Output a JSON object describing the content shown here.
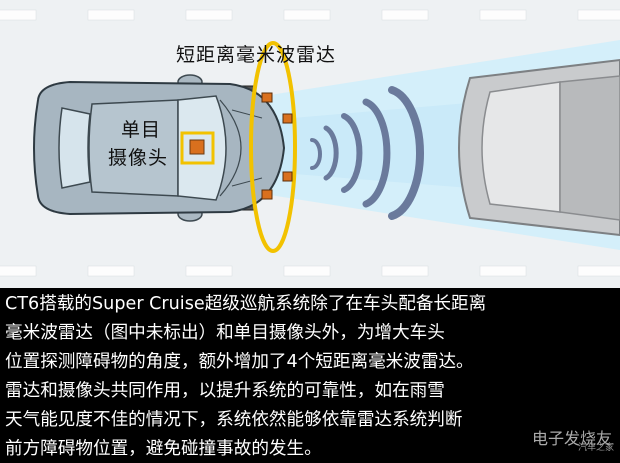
{
  "labels": {
    "short_range_radar": "短距离毫米波雷达",
    "mono_camera_line1": "单目",
    "mono_camera_line2": "摄像头"
  },
  "caption": {
    "lines": [
      "CT6搭载的Super Cruise超级巡航系统除了在车头配备长距离",
      "毫米波雷达（图中未标出）和单目摄像头外，为增大车头",
      "位置探测障碍物的角度，额外增加了4个短距离毫米波雷达。",
      "雷达和摄像头共同作用，以提升系统的可靠性，如在雨雪",
      "天气能见度不佳的情况下，系统依然能够依靠雷达系统判断",
      "前方障碍物位置，避免碰撞事故的发生。"
    ]
  },
  "watermark": "电子发烧友",
  "watermark_small": "汽车之家",
  "colors": {
    "highlight_yellow": "#f2c200",
    "sensor_orange": "#d9701e",
    "wave_blue": "#6a7a9c",
    "beam_blue": "#cfeefa",
    "caption_bg": "#000000"
  }
}
